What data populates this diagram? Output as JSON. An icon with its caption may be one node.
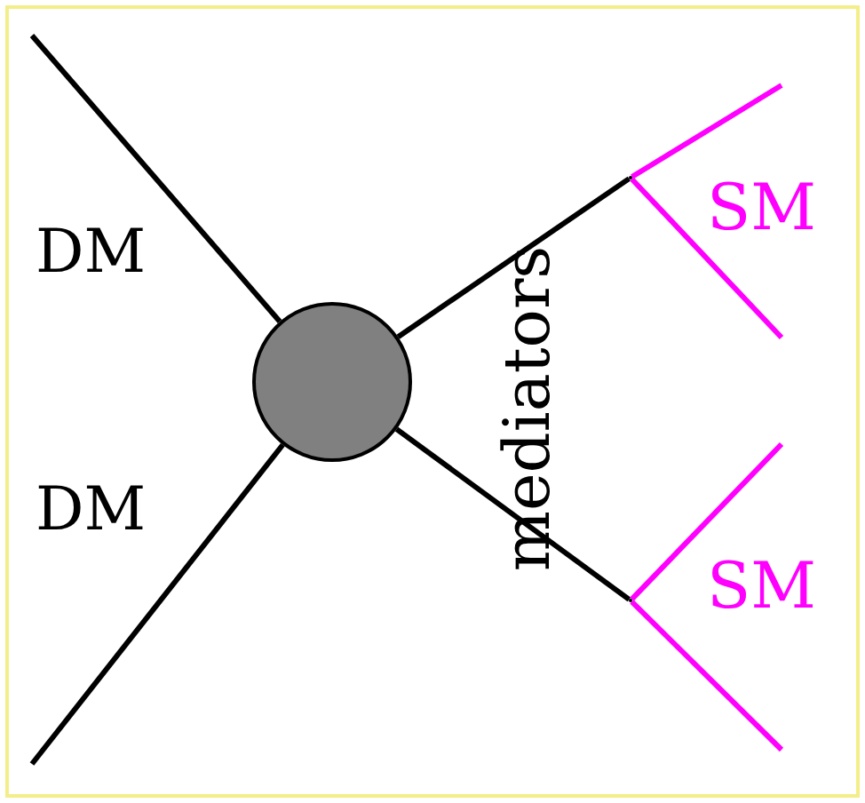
{
  "diagram": {
    "nodes": [
      {
        "text": [],
        "shape": "circle"
      },
      {
        "text": [],
        "shape": "vertex"
      },
      {
        "text": [],
        "shape": "vertex"
      }
    ],
    "edges": [
      {
        "from": null,
        "to": 0,
        "arrow": "none",
        "label": "DM"
      },
      {
        "from": null,
        "to": 0,
        "arrow": "none",
        "label": "DM"
      },
      {
        "from": 0,
        "to": 1,
        "arrow": "none"
      },
      {
        "from": 0,
        "to": 2,
        "arrow": "none"
      },
      {
        "from": 1,
        "to": null,
        "arrow": "none",
        "color": "#ff00ff"
      },
      {
        "from": 1,
        "to": null,
        "arrow": "none",
        "color": "#ff00ff"
      },
      {
        "from": 2,
        "to": null,
        "arrow": "none",
        "color": "#ff00ff"
      },
      {
        "from": 2,
        "to": null,
        "arrow": "none",
        "color": "#ff00ff"
      }
    ],
    "labels": [
      "mediators",
      "SM",
      "SM"
    ]
  }
}
